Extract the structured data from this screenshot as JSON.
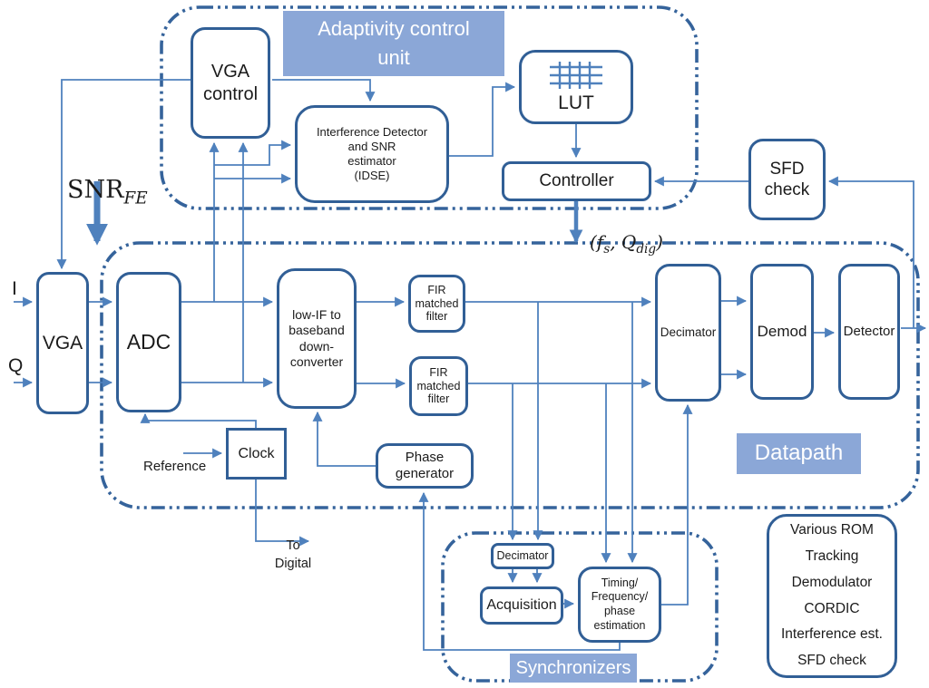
{
  "colors": {
    "box_border": "#315F96",
    "dashed_border": "#35639B",
    "wire": "#4F81BD",
    "band_bg": "#8BA7D7",
    "band_text": "#FFFFFF",
    "text": "#1B1B1B"
  },
  "containers": {
    "adaptivity": {
      "title": "Adaptivity control\nunit"
    },
    "datapath": {
      "title": "Datapath"
    },
    "synchronizers": {
      "title": "Synchronizers"
    }
  },
  "blocks": {
    "vga_control": "VGA\ncontrol",
    "idse": "Interference  Detector\nand SNR\nestimator\n(IDSE)",
    "lut": "LUT",
    "controller": "Controller",
    "sfd_check": "SFD\ncheck",
    "vga": "VGA",
    "adc": "ADC",
    "downconverter": "low-IF to\nbaseband\ndown-\nconverter",
    "fir_matched_filter": "FIR\nmatched\nfilter",
    "decimator_main": "Decimator",
    "demod": "Demod",
    "detector": "Detector",
    "clock": "Clock",
    "phase_generator": "Phase\ngenerator",
    "decimator_sync": "Decimator",
    "acquisition": "Acquisition",
    "timing_estimation": "Timing/\nFrequency/\nphase\nestimation",
    "rom_note": "Various ROM\nTracking\nDemodulator\nCORDIC\nInterference est.\nSFD check"
  },
  "labels": {
    "input_i": "I",
    "input_q": "Q",
    "reference": "Reference",
    "to_digital": "To\nDigital",
    "snr": {
      "base": "SNR",
      "sub": "FE"
    },
    "fs_qdig": {
      "p1": "(f",
      "s1": "s",
      "p2": ", Q",
      "s2": "dig",
      "p3": ")"
    }
  },
  "icons": {
    "lut": "table-grid-icon"
  }
}
